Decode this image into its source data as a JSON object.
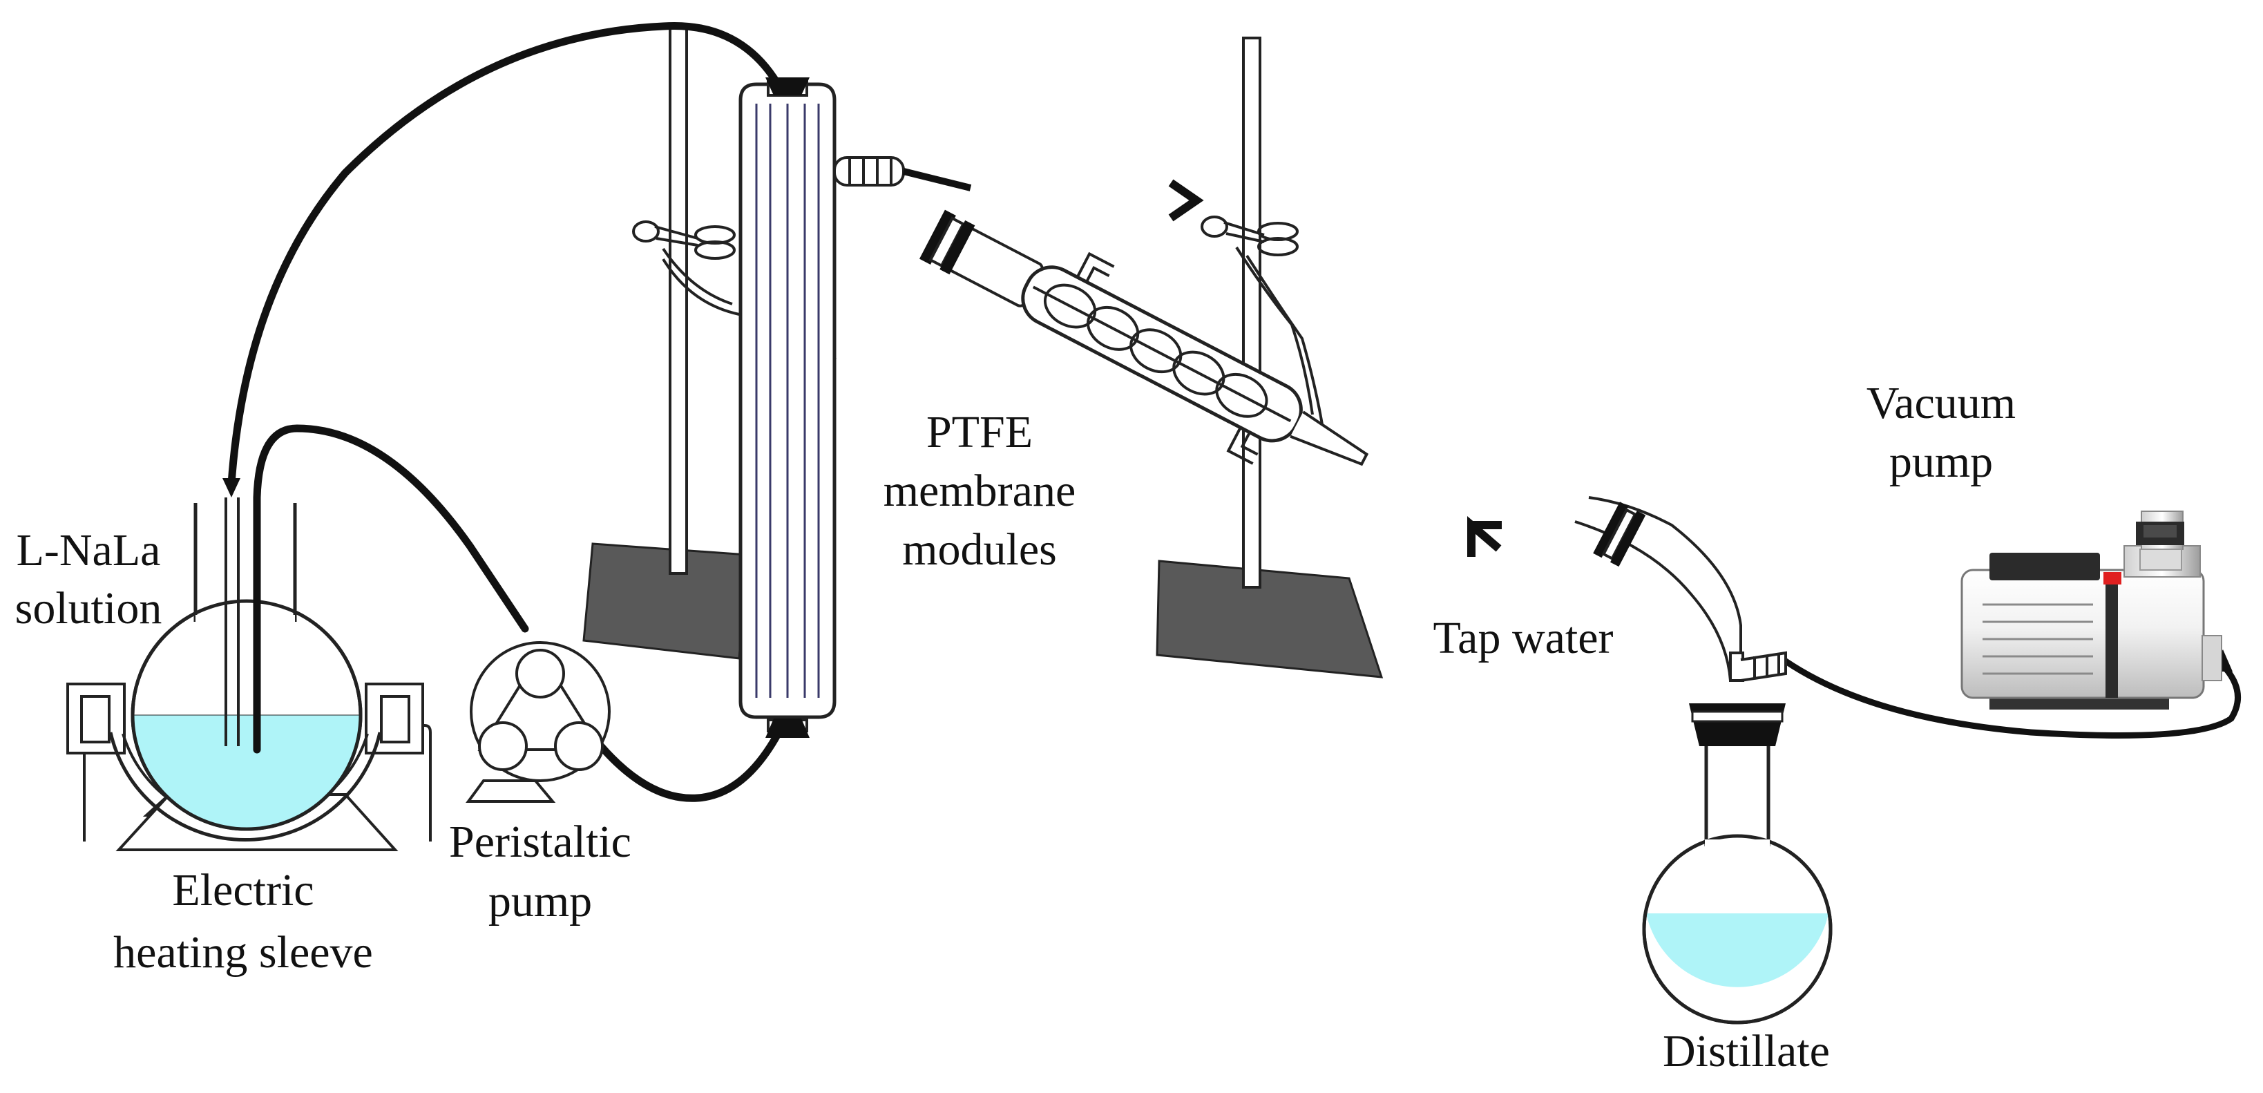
{
  "labels": {
    "solution_line1": "L-NaLa",
    "solution_line2": "solution",
    "heater_line1": "Electric",
    "heater_line2": "heating sleeve",
    "pump_line1": "Peristaltic",
    "pump_line2": "pump",
    "membrane_line1": "PTFE",
    "membrane_line2": "membrane",
    "membrane_line3": "modules",
    "tap_water": "Tap water",
    "vacuum_line1": "Vacuum",
    "vacuum_line2": "pump",
    "distillate": "Distillate"
  },
  "colors": {
    "liquid": "#aff4f8",
    "stand_base": "#595959",
    "line": "#111111",
    "tube": "#111111",
    "pump_body": "#e8e8e8",
    "red_valve": "#e02020"
  }
}
